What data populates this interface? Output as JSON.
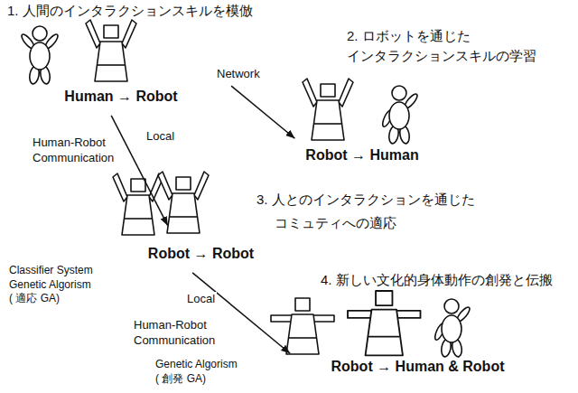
{
  "diagram": {
    "nodes": [
      {
        "text": [
          "1. 人間のインタラクションスキルを模倣",
          "Human → Robot"
        ]
      },
      {
        "text": [
          "2. ロボットを通じた インタラクションスキルの学習",
          "Robot → Human"
        ]
      },
      {
        "text": [
          "3. 人とのインタラクションを通じた コミュティへの適応",
          "Robot → Robot"
        ]
      },
      {
        "text": [
          "4. 新しい文化的身体動作の創発と伝搬",
          "Robot → Human & Robot"
        ]
      }
    ],
    "edges": [
      {
        "from": 0,
        "to": 1,
        "arrow": "to",
        "label": "Network"
      },
      {
        "from": 0,
        "to": 2,
        "arrow": "to",
        "label": "Local"
      },
      {
        "from": 2,
        "to": 3,
        "arrow": "to",
        "label": "Local"
      }
    ],
    "labels": [
      "Human-Robot Communication",
      "Classifier System Genetic Algorism ( 適応 GA)",
      "Human-Robot Communication",
      "Genetic Algorism ( 創発 GA)"
    ]
  }
}
